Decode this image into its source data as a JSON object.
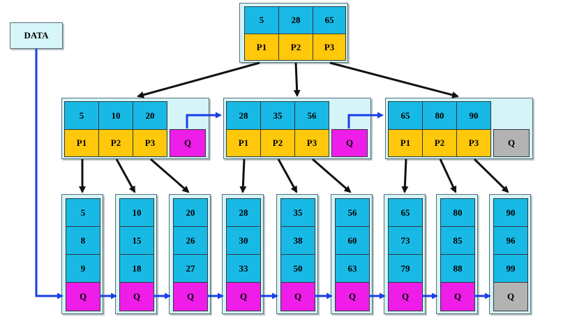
{
  "data_label": "DATA",
  "root": {
    "keys": [
      "5",
      "28",
      "65"
    ],
    "pointers": [
      "P1",
      "P2",
      "P3"
    ]
  },
  "internal": [
    {
      "keys": [
        "5",
        "10",
        "20"
      ],
      "pointers": [
        "P1",
        "P2",
        "P3"
      ],
      "next": "Q"
    },
    {
      "keys": [
        "28",
        "35",
        "56"
      ],
      "pointers": [
        "P1",
        "P2",
        "P3"
      ],
      "next": "Q"
    },
    {
      "keys": [
        "65",
        "80",
        "90"
      ],
      "pointers": [
        "P1",
        "P2",
        "P3"
      ],
      "next": "Q"
    }
  ],
  "leaves": [
    {
      "keys": [
        "5",
        "8",
        "9"
      ],
      "next": "Q"
    },
    {
      "keys": [
        "10",
        "15",
        "18"
      ],
      "next": "Q"
    },
    {
      "keys": [
        "20",
        "26",
        "27"
      ],
      "next": "Q"
    },
    {
      "keys": [
        "28",
        "30",
        "33"
      ],
      "next": "Q"
    },
    {
      "keys": [
        "35",
        "38",
        "50"
      ],
      "next": "Q"
    },
    {
      "keys": [
        "56",
        "60",
        "63"
      ],
      "next": "Q"
    },
    {
      "keys": [
        "65",
        "73",
        "79"
      ],
      "next": "Q"
    },
    {
      "keys": [
        "80",
        "85",
        "88"
      ],
      "next": "Q"
    },
    {
      "keys": [
        "90",
        "96",
        "99"
      ],
      "next": "Q"
    }
  ],
  "colors": {
    "key_cell": "#19b9e6",
    "pointer_cell": "#ffc80b",
    "next_pointer_cell": "#ee1de8",
    "null_pointer_cell": "#b3b3b3",
    "tree_edge": "#111111",
    "sequence_link": "#1a3ee8"
  }
}
